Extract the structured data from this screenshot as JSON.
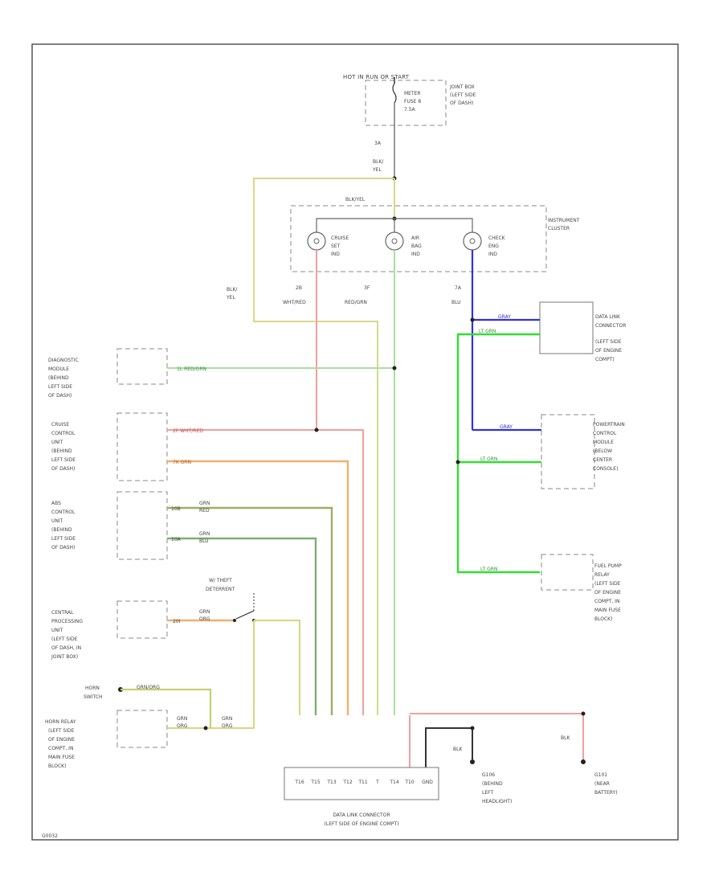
{
  "hot_label": "HOT IN RUN OR START",
  "fuse_label": [
    "METER",
    "FUSE 8",
    "7.5A"
  ],
  "jb_label": [
    "JOINT BOX",
    "(LEFT SIDE",
    "OF DASH)"
  ],
  "wire_top_num": "3A",
  "wire_top_color": [
    "BLK/",
    "YEL"
  ],
  "ic_feed_label": "BLK/YEL",
  "ic_label": [
    "INSTRUMENT",
    "CLUSTER"
  ],
  "lamp_cruise": [
    "CRUISE",
    "SET",
    "IND"
  ],
  "lamp_air": [
    "AIR",
    "BAG",
    "IND"
  ],
  "lamp_check": [
    "CHECK",
    "ENG",
    "IND"
  ],
  "wire_left_color": [
    "BLK/",
    "YEL"
  ],
  "wire_cruise_code": [
    "2B",
    "WHT/RED"
  ],
  "wire_air_code": [
    "3F",
    "RED/GRN"
  ],
  "wire_check_code": [
    "7A",
    "BLU"
  ],
  "dlc_top_label": [
    "DATA LINK",
    "CONNECTOR",
    "(LEFT SIDE",
    "OF ENGINE",
    "COMPT)"
  ],
  "pcm_label": [
    "POWERTRAIN",
    "CONTROL",
    "MODULE",
    "(BELOW",
    "CENTER",
    "CONSOLE)"
  ],
  "fpr_label": [
    "FUEL PUMP",
    "RELAY",
    "(LEFT SIDE",
    "OF ENGINE",
    "COMPT, IN",
    "MAIN FUSE",
    "BLOCK)"
  ],
  "diag_label": [
    "DIAGNOSTIC",
    "MODULE",
    "(BEHIND",
    "LEFT SIDE",
    "OF DASH)"
  ],
  "cruise_label": [
    "CRUISE",
    "CONTROL",
    "UNIT",
    "(BEHIND",
    "LEFT SIDE",
    "OF DASH)"
  ],
  "abs_label": [
    "ABS",
    "CONTROL",
    "UNIT",
    "(BEHIND",
    "LEFT SIDE",
    "OF DASH)"
  ],
  "cpu_label": [
    "CENTRAL",
    "PROCESSING",
    "UNIT",
    "(LEFT SIDE",
    "OF DASH, IN",
    "JOINT BOX)"
  ],
  "horn_switch_label": [
    "HORN",
    "SWITCH"
  ],
  "horn_relay_label": [
    "HORN RELAY",
    "(LEFT SIDE",
    "OF ENGINE",
    "COMPT, IN",
    "MAIN FUSE",
    "BLOCK)"
  ],
  "theft_label": [
    "W/ THEFT",
    "DETERRENT"
  ],
  "w_diag": "1L  RED/GRN",
  "w_cruise1": "2F  WHT/RED",
  "w_cruise2": "7K  GRN",
  "w_abs1": [
    "GRN",
    "RED"
  ],
  "w_abs2": [
    "GRN",
    "BLU"
  ],
  "w_abs1_pin": "10B",
  "w_abs2_pin": "10A",
  "w_cpu": [
    "GRN",
    "ORG"
  ],
  "w_cpu_pin": "20I",
  "w_horn_sw": "GRN/ORG",
  "w_horn_relay": [
    "GRN",
    "ORG"
  ],
  "w_horn_relay2": [
    "GRN",
    "ORG"
  ],
  "w_dlc_gray": "GRAY",
  "w_dlc_ltgrn": "LT GRN",
  "w_pcm_gray": "GRAY",
  "w_pcm_ltgrn": "LT GRN",
  "w_fpr_ltgrn": "LT GRN",
  "w_blk1": "BLK",
  "w_blk2": "BLK",
  "g_g106": [
    "G106",
    "(BEHIND",
    "LEFT",
    "HEADLIGHT)"
  ],
  "g_g101": [
    "G101",
    "(NEAR",
    "BATTERY)"
  ],
  "dlc_bottom_label": [
    "DATA LINK CONNECTOR",
    "(LEFT SIDE OF ENGINE COMPT)"
  ],
  "dlc_pins": [
    "T16",
    "T15",
    "T13",
    "T12",
    "T11",
    "T",
    "T14",
    "T10",
    "GND"
  ],
  "footer_code": "G0032",
  "colors": {
    "yellow": "#d8d888",
    "red": "#f0a0a0",
    "green": "#a8e0a0",
    "orange": "#f0b070",
    "olive": "#9ab060",
    "blue": "#3030e0",
    "ltgreen": "#30e030",
    "gray": "#c8c8c8",
    "black": "#333333"
  }
}
